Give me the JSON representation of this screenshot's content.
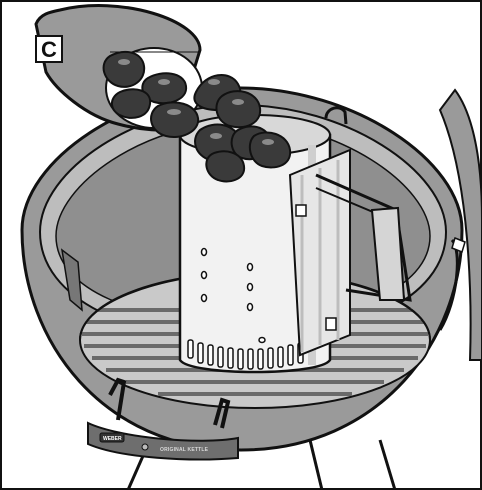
{
  "step_label": "C",
  "kettle_badge_text": "ORIGINAL KETTLE",
  "kettle_logo_text": "WEBER",
  "colors": {
    "outline": "#111111",
    "bowl": "#9a9a9a",
    "bowl_rim_inner": "#bfbfbf",
    "grate": "#8c8c8c",
    "chimney": "#f2f2f2",
    "charcoal": "#3a3a3a",
    "handle": "#6e6e6e"
  }
}
